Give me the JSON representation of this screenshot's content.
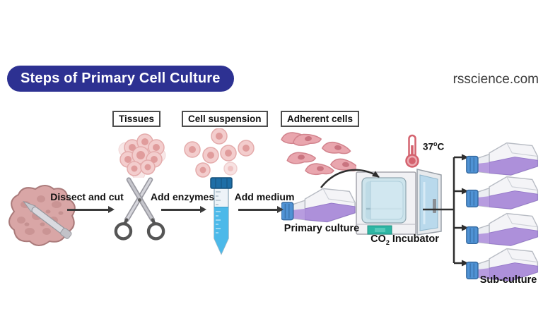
{
  "header": {
    "title": "Steps of Primary Cell Culture",
    "website": "rsscience.com"
  },
  "stage_labels": {
    "tissues": "Tissues",
    "cell_suspension": "Cell suspension",
    "adherent_cells": "Adherent cells"
  },
  "steps": {
    "dissect": "Dissect and cut",
    "enzymes": "Add enzymes",
    "medium": "Add medium"
  },
  "captions": {
    "primary_culture": "Primary culture",
    "incubator_prefix": "CO",
    "incubator_subscript": "2",
    "incubator_suffix": " Incubator",
    "temperature_value": "37",
    "temperature_degree": "o",
    "temperature_unit": "C",
    "sub_culture": "Sub-culture"
  },
  "colors": {
    "title_background": "#2d3192",
    "title_text": "#ffffff",
    "arrow": "#3a3a3a",
    "label_border": "#4d4d4d",
    "flask_cap_blue": "#4f92d4",
    "flask_liquid_purple": "#ad90da",
    "tube_cap_blue": "#1e6ea6",
    "tube_liquid_blue": "#4cb9e9",
    "incubator_panel_teal": "#2eb6a4",
    "thermometer_red": "#d4626e",
    "cell_pink": "#f3cdcd"
  }
}
